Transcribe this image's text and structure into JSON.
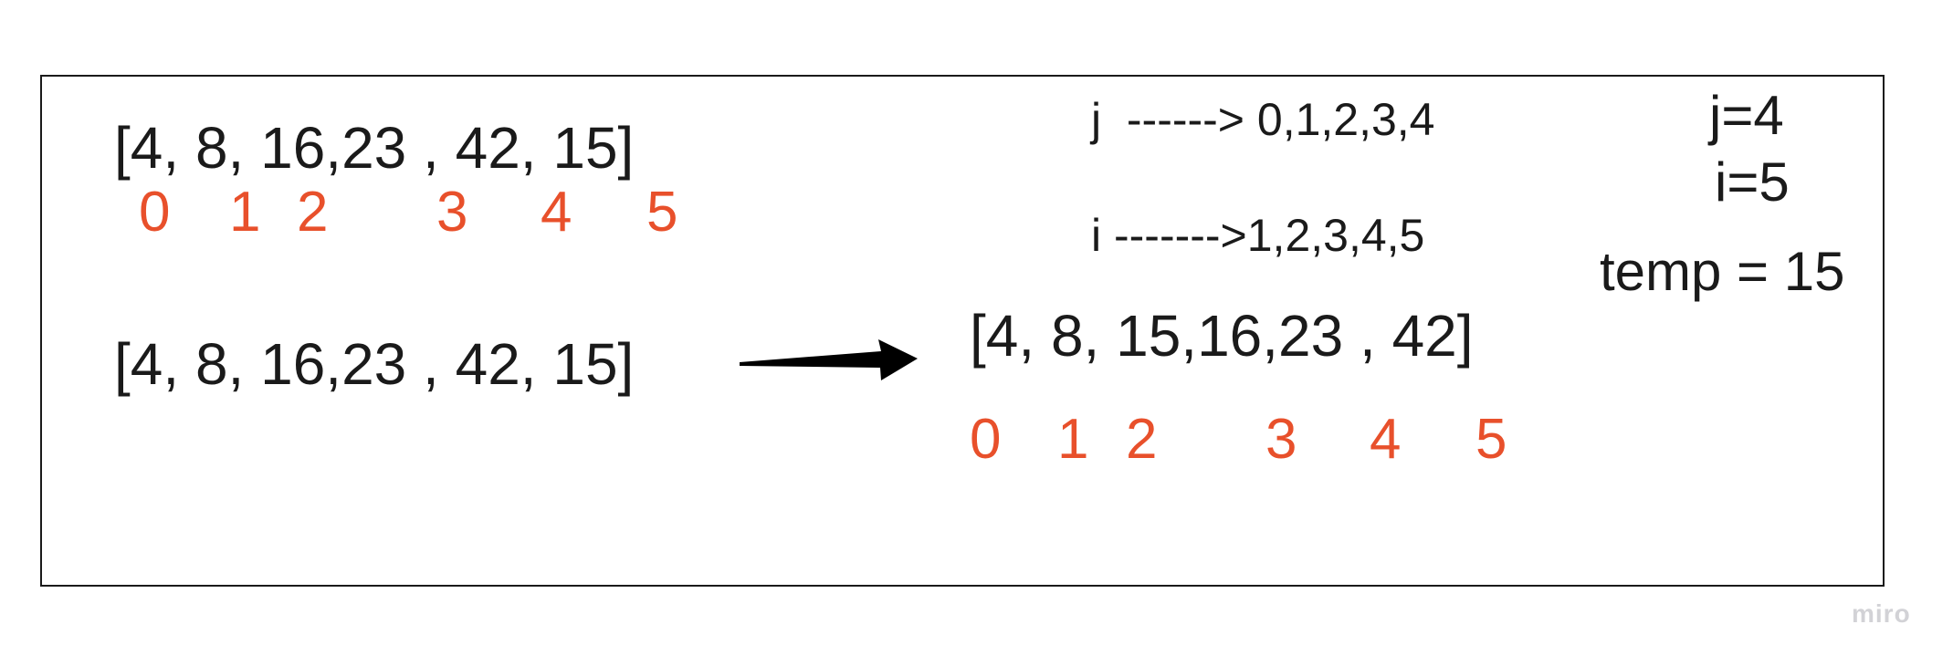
{
  "before": {
    "array_top": "[4, 8, 16,23 , 42, 15]",
    "indices_top": [
      "0",
      "1",
      "2",
      "3",
      "4",
      "5"
    ],
    "array_bottom": "[4, 8, 16,23 , 42, 15]"
  },
  "after": {
    "array": "[4, 8, 15,16,23 , 42]",
    "indices": [
      "0",
      "1",
      "2",
      "3",
      "4",
      "5"
    ]
  },
  "loops": {
    "j_line": "j  ------> 0,1,2,3,4",
    "i_line": "i ------->1,2,3,4,5"
  },
  "vars": {
    "j": "j=4",
    "i": "i=5",
    "temp": "temp = 15"
  },
  "watermark": "miro",
  "colors": {
    "index": "#e8502b",
    "text": "#1a1a1a",
    "watermark": "#d2d2d6"
  }
}
